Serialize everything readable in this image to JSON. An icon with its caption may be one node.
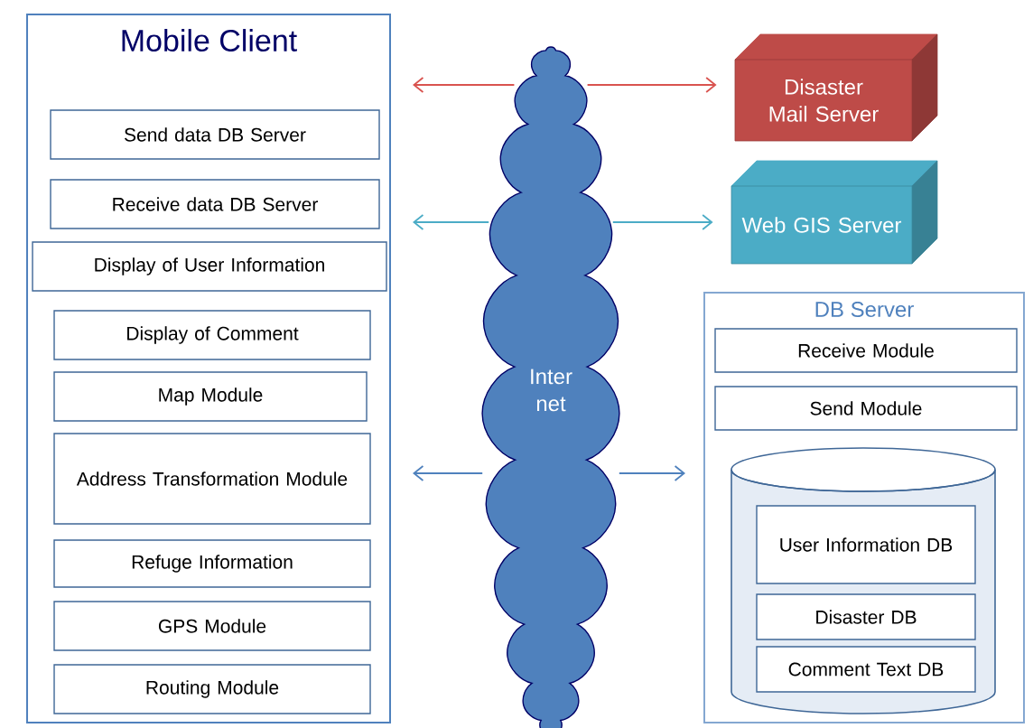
{
  "diagram": {
    "nodes": [
      {
        "text": [
          "Mobile Client"
        ]
      },
      {
        "text": [
          "Send data DB Server"
        ],
        "in": 0
      },
      {
        "text": [
          "Receive data DB Server"
        ],
        "in": 0
      },
      {
        "text": [
          "Display of User Information"
        ],
        "in": 0
      },
      {
        "text": [
          "Display of Comment"
        ],
        "in": 0
      },
      {
        "text": [
          "Map Module"
        ],
        "in": 0
      },
      {
        "text": [
          "Address Transformation Module"
        ],
        "in": 0
      },
      {
        "text": [
          "Refuge Information"
        ],
        "in": 0
      },
      {
        "text": [
          "GPS Module"
        ],
        "in": 0
      },
      {
        "text": [
          "Routing Module"
        ],
        "in": 0
      },
      {
        "text": [
          "Inter net"
        ]
      },
      {
        "text": [
          "Disaster Mail Server"
        ]
      },
      {
        "text": [
          "Web GIS Server"
        ]
      },
      {
        "text": [
          "DB Server"
        ]
      },
      {
        "text": [
          "Receive Module"
        ],
        "in": 13
      },
      {
        "text": [
          "Send Module"
        ],
        "in": 13
      },
      {
        "text": [],
        "shape": "cylinder",
        "in": 13
      },
      {
        "text": [
          "User Information DB"
        ],
        "in": 16
      },
      {
        "text": [
          "Disaster DB"
        ],
        "in": 16
      },
      {
        "text": [
          "Comment Text DB"
        ],
        "in": 16
      }
    ],
    "edges": [
      {
        "from": 10,
        "to": 0,
        "arrow": "to",
        "color": "#d9534f"
      },
      {
        "from": 10,
        "to": 11,
        "arrow": "to",
        "color": "#d9534f"
      },
      {
        "from": 10,
        "to": 0,
        "arrow": "to",
        "color": "#4bacc6"
      },
      {
        "from": 10,
        "to": 12,
        "arrow": "to",
        "color": "#4bacc6"
      },
      {
        "from": 10,
        "to": 0,
        "arrow": "to",
        "color": "#4f81bd"
      },
      {
        "from": 10,
        "to": 13,
        "arrow": "to",
        "color": "#4f81bd"
      }
    ]
  }
}
